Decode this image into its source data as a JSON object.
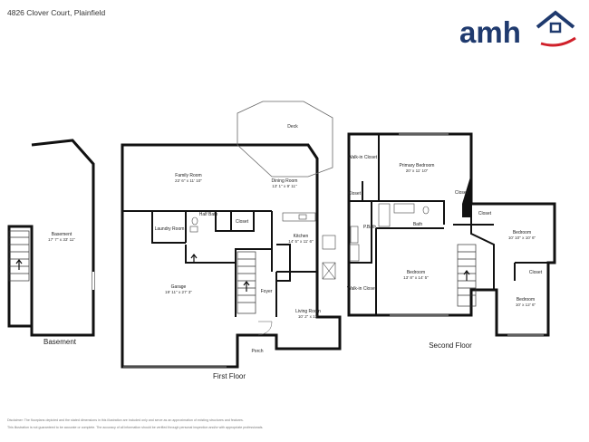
{
  "address": "4826 Clover Court, Plainfield",
  "brand": {
    "name": "amh",
    "color": "#1f3a6e",
    "accent": "#d0202a"
  },
  "floors": {
    "basement": "Basement",
    "first": "First Floor",
    "second": "Second Floor"
  },
  "rooms": {
    "basement": {
      "name": "Basement",
      "dim": "17' 7\" x 33' 11\""
    },
    "deck": {
      "name": "Deck"
    },
    "family_room": {
      "name": "Family Room",
      "dim": "22' 6\" x 11' 10\""
    },
    "dining_room": {
      "name": "Dining Room",
      "dim": "13' 1\" x 9' 11\""
    },
    "laundry": {
      "name": "Laundry Room"
    },
    "half_bath": {
      "name": "Half Bath"
    },
    "closet_first": {
      "name": "Closet"
    },
    "kitchen": {
      "name": "Kitchen",
      "dim": "14' 5\" x 11' 6\""
    },
    "garage": {
      "name": "Garage",
      "dim": "19' 11\" x 27' 3\""
    },
    "foyer": {
      "name": "Foyer"
    },
    "living_room": {
      "name": "Living Room",
      "dim": "10' 2\" x 12'"
    },
    "porch": {
      "name": "Porch"
    },
    "walkin_closet_top": {
      "name": "Walk-in Closet"
    },
    "primary_bedroom": {
      "name": "Primary Bedroom",
      "dim": "20' x 11' 10\""
    },
    "closet_small_left": {
      "name": "Closet"
    },
    "closet_small_mid": {
      "name": "Closet"
    },
    "closet_right": {
      "name": "Closet"
    },
    "p_bath": {
      "name": "P.Bath"
    },
    "bath": {
      "name": "Bath"
    },
    "bedroom_right": {
      "name": "Bedroom",
      "dim": "10' 10\" x 10' 6\""
    },
    "bedroom_mid": {
      "name": "Bedroom",
      "dim": "13' 8\" x 14' 5\""
    },
    "walkin_closet_bottom": {
      "name": "Walk-in Closet"
    },
    "closet_bottom_right": {
      "name": "Closet"
    },
    "bedroom_bottom": {
      "name": "Bedroom",
      "dim": "10' x 12' 6\""
    }
  },
  "disclaimer": [
    "Disclaimer: The floorplans depicted and the stated dimensions in this illustration are included only and serve as an approximation of existing structures and features.",
    "This illustration is not guaranteed to be accurate or complete. The accuracy of all information should be verified through personal inspection and/or with appropriate professionals."
  ]
}
